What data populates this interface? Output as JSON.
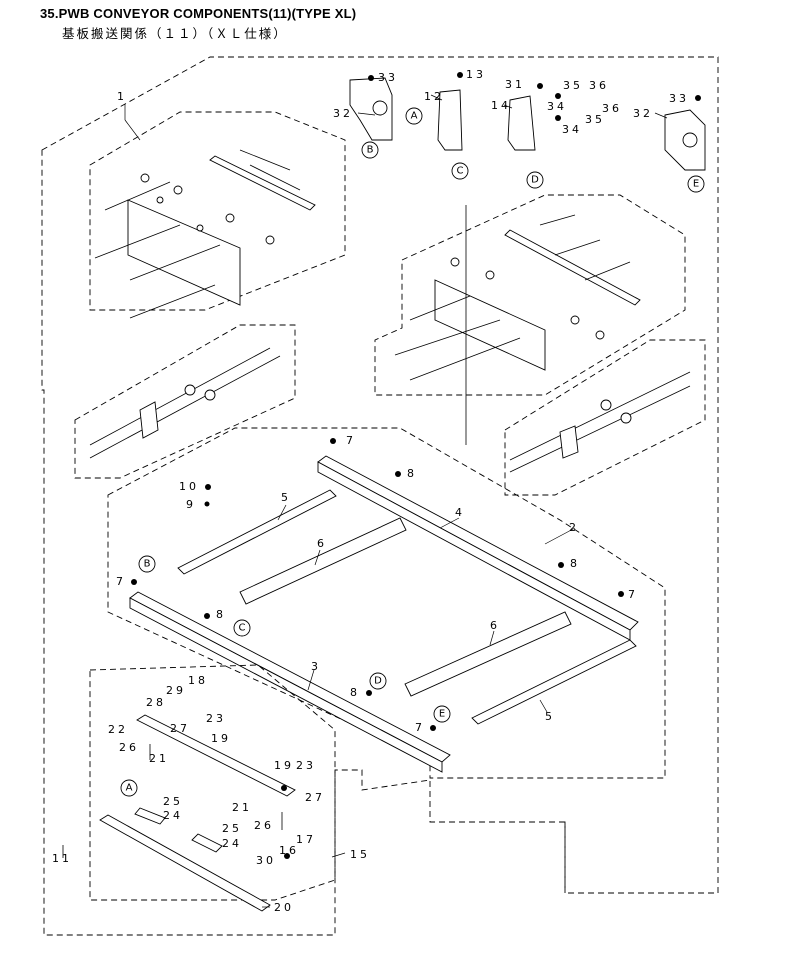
{
  "header": {
    "title": "35.PWB CONVEYOR COMPONENTS(11)(TYPE XL)",
    "subtitle": "基板搬送関係（１１）（ＸＬ仕様）"
  },
  "diagram": {
    "part_labels": {
      "p1": "1",
      "p2": "2",
      "p3": "3",
      "p4": "4",
      "p5a": "5",
      "p5b": "5",
      "p6a": "6",
      "p6b": "6",
      "p7a": "7",
      "p7b": "7",
      "p7c": "7",
      "p7d": "7",
      "p8a": "8",
      "p8b": "8",
      "p8c": "8",
      "p8d": "8",
      "p9": "9",
      "p10": "10",
      "p11": "11",
      "p12": "12",
      "p13": "13",
      "p14": "14",
      "p15": "15",
      "p16": "16",
      "p17": "17",
      "p18": "18",
      "p19a": "19",
      "p19b": "19",
      "p20": "20",
      "p21a": "21",
      "p21b": "21",
      "p22": "22",
      "p23a": "23",
      "p23b": "23",
      "p24a": "24",
      "p24b": "24",
      "p25a": "25",
      "p25b": "25",
      "p26a": "26",
      "p26b": "26",
      "p27a": "27",
      "p27b": "27",
      "p28": "28",
      "p29": "29",
      "p30": "30",
      "p31": "31",
      "p32a": "32",
      "p32b": "32",
      "p33a": "33",
      "p33b": "33",
      "p34a": "34",
      "p34b": "34",
      "p35a": "35",
      "p35b": "35",
      "p36a": "36",
      "p36b": "36"
    },
    "callouts": {
      "A1": "A",
      "B1": "B",
      "C1": "C",
      "D1": "D",
      "E1": "E",
      "B2": "B",
      "C2": "C",
      "D2": "D",
      "E2": "E",
      "A2": "A"
    }
  }
}
